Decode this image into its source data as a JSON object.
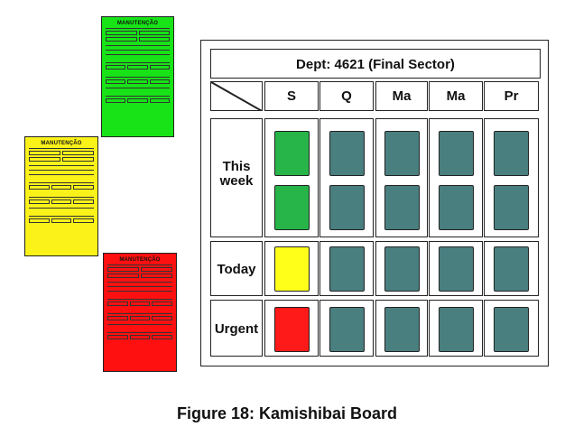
{
  "cards": [
    {
      "color": "#17e317",
      "title": "MANUTENÇÃO"
    },
    {
      "color": "#fbf21a",
      "title": "MANUTENÇÃO"
    },
    {
      "color": "#ff1010",
      "title": "MANUTENÇÃO"
    }
  ],
  "board": {
    "title": "Dept: 4621 (Final Sector)",
    "columns": [
      "S",
      "Q",
      "Ma",
      "Ma",
      "Pr"
    ],
    "rows": [
      {
        "label_line1": "This",
        "label_line2": "week"
      },
      {
        "label_line1": "Today",
        "label_line2": ""
      },
      {
        "label_line1": "Urgent",
        "label_line2": ""
      }
    ],
    "colors": {
      "green": "#27b449",
      "yellow": "#ffff1a",
      "red": "#ff1a1a",
      "teal": "#4a7f80"
    }
  },
  "caption": "Figure 18: Kamishibai Board"
}
